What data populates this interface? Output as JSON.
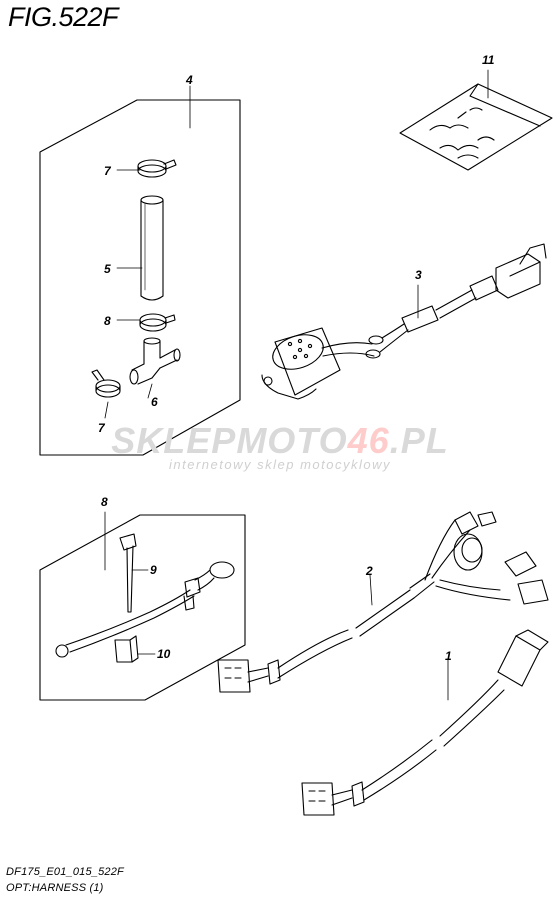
{
  "figure": {
    "title": "FIG.522F"
  },
  "watermark": {
    "brand_a": "SKLEP",
    "brand_b": "MOTO",
    "brand_c": "46",
    "brand_d": ".PL",
    "subtitle": "internetowy sklep motocyklowy"
  },
  "footer": {
    "line1": "DF175_E01_015_522F",
    "line2": "OPT:HARNESS (1)"
  },
  "callouts": [
    "1",
    "2",
    "3",
    "4",
    "5",
    "6",
    "7",
    "7",
    "8",
    "8",
    "9",
    "10",
    "11"
  ]
}
